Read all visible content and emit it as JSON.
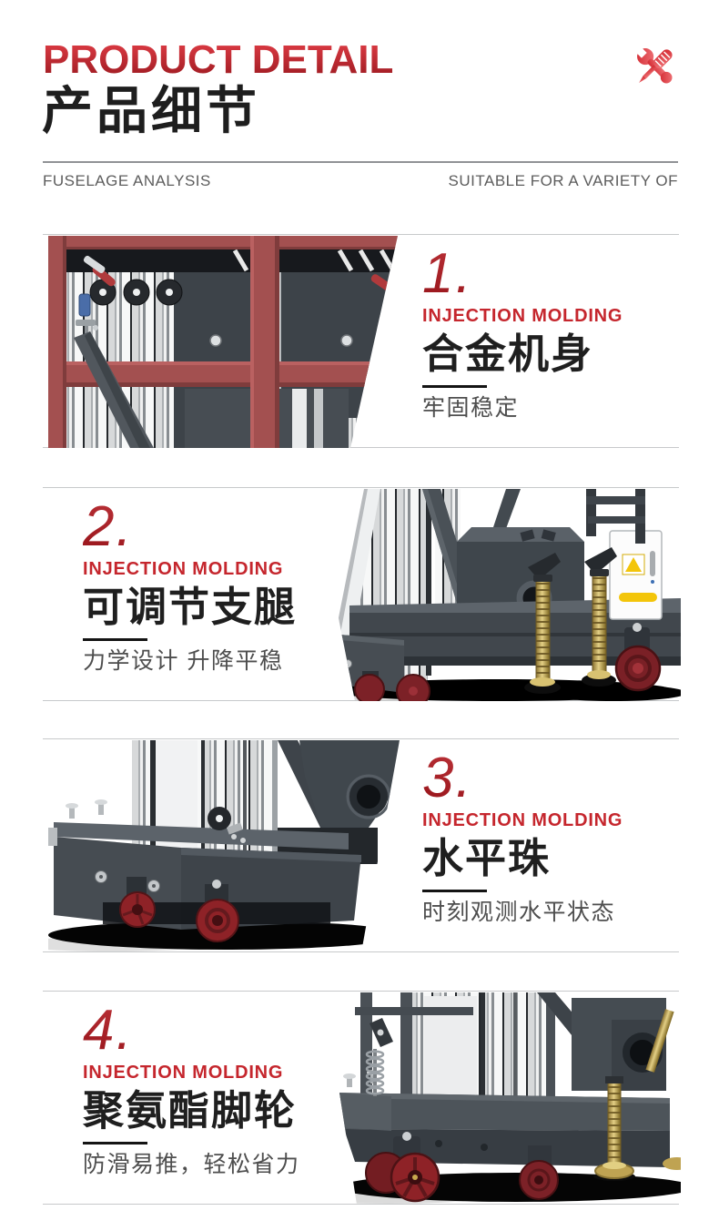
{
  "header": {
    "title_en": "PRODUCT DETAIL",
    "title_zh": "产品细节",
    "icon": "crossed-wrench-screwdriver",
    "left_caption": "FUSELAGE ANALYSIS",
    "right_caption": "SUITABLE FOR A VARIETY OF"
  },
  "sections": [
    {
      "number": "1.",
      "eyebrow": "INJECTION MOLDING",
      "title": "合金机身",
      "subtitle": "牢固稳定",
      "image_name": "alloy-frame-closeup-photo",
      "image_side": "left"
    },
    {
      "number": "2.",
      "eyebrow": "INJECTION MOLDING",
      "title": "可调节支腿",
      "subtitle": "力学设计 升降平稳",
      "image_name": "adjustable-outrigger-legs-photo",
      "image_side": "right"
    },
    {
      "number": "3.",
      "eyebrow": "INJECTION MOLDING",
      "title": "水平珠",
      "subtitle": "时刻观测水平状态",
      "image_name": "level-bubble-base-photo",
      "image_side": "left"
    },
    {
      "number": "4.",
      "eyebrow": "INJECTION MOLDING",
      "title": "聚氨酯脚轮",
      "subtitle": "防滑易推，轻松省力",
      "image_name": "polyurethane-casters-photo",
      "image_side": "right"
    }
  ],
  "colors": {
    "accent_red": "#c5262d",
    "title_red_dark": "#9e1b22",
    "title_red_light": "#d93942",
    "frame_maroon": "#a35050",
    "chassis_gray": "#454c52",
    "caster_red": "#8e2227",
    "brass_gold": "#d8c271",
    "divider_gray": "#c7c9cb"
  }
}
